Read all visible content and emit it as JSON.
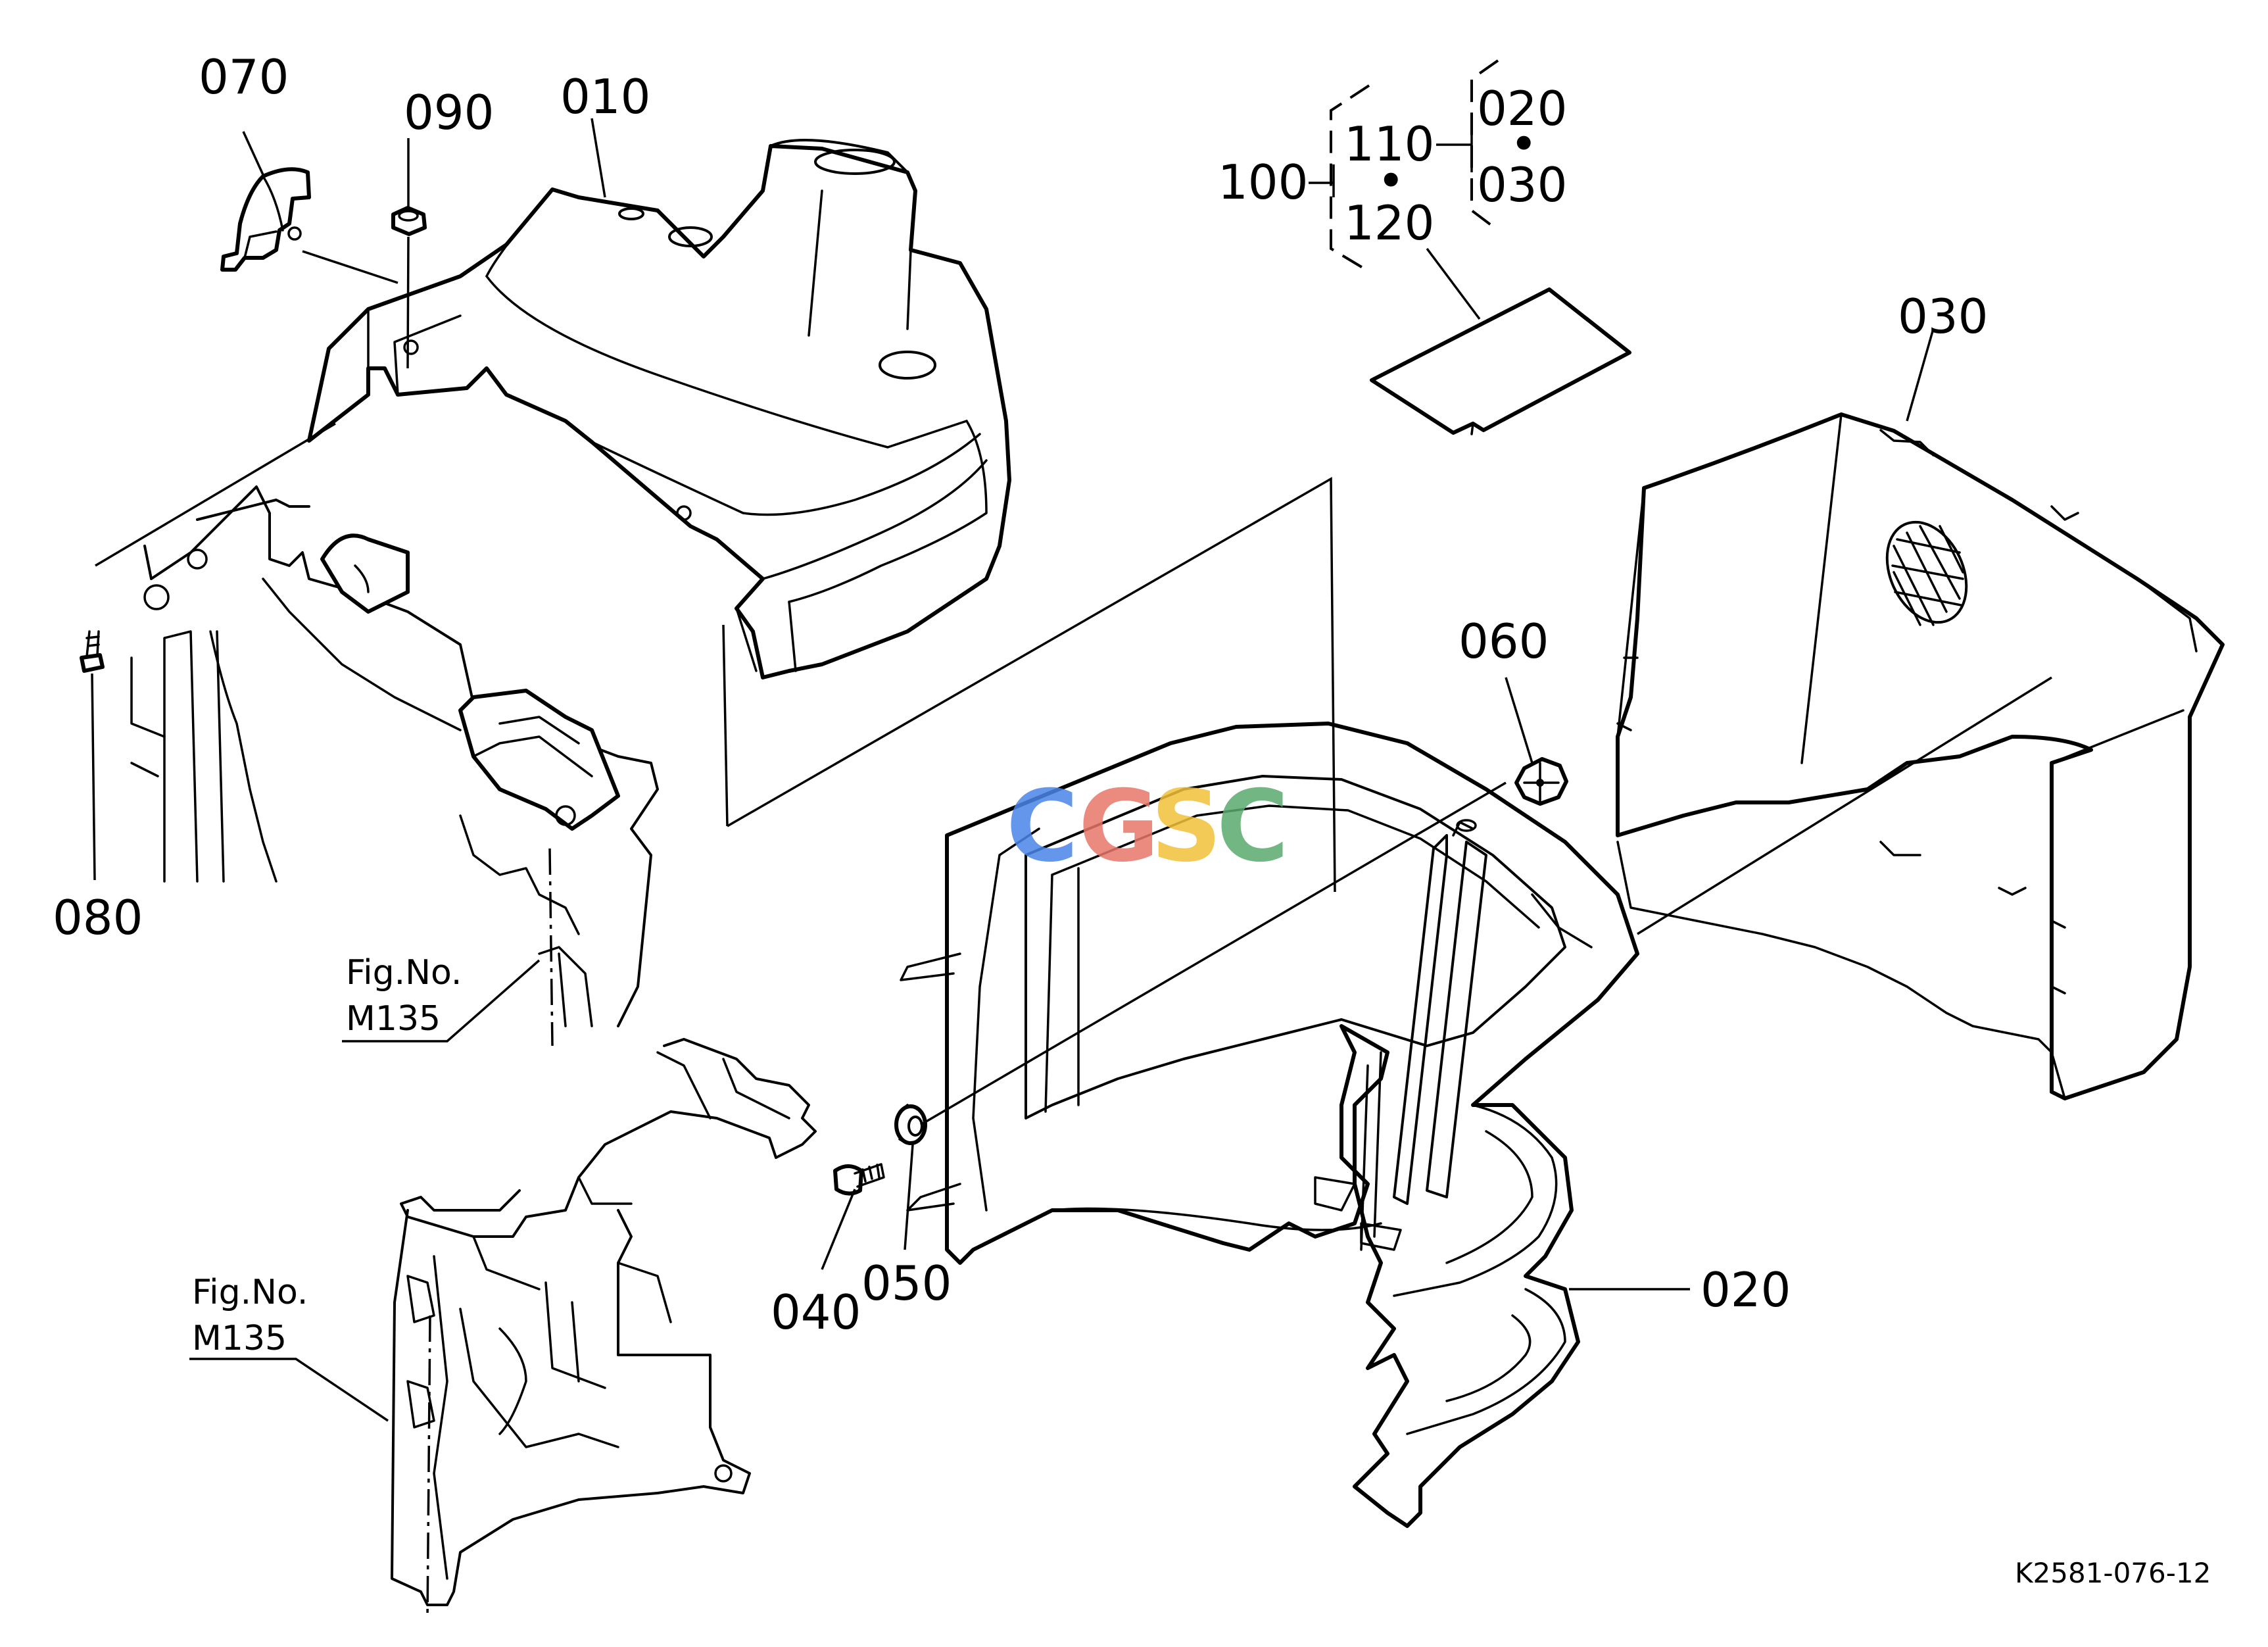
{
  "labels": {
    "p010": "010",
    "p020": "020",
    "p030": "030",
    "p030b": "030",
    "p020b": "020",
    "p040": "040",
    "p050": "050",
    "p060": "060",
    "p070": "070",
    "p080": "080",
    "p090": "090",
    "p100": "100",
    "p110": "110",
    "p120": "120",
    "bullet": "•"
  },
  "references": {
    "ref1_line1": "Fig.No.",
    "ref1_line2": "M135",
    "ref2_line1": "Fig.No.",
    "ref2_line2": "M135"
  },
  "drawing_code": "K2581-076-12",
  "watermark": {
    "letters": [
      "C",
      "G",
      "S",
      "C"
    ],
    "colors": [
      "#4a86e8",
      "#e8776a",
      "#f3c13a",
      "#5aaa6e"
    ]
  }
}
